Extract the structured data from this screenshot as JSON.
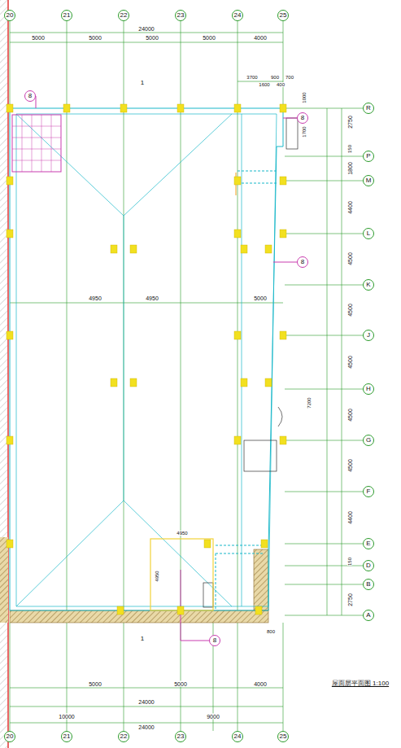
{
  "diagram": {
    "caption": "屋面层平面图 1:100",
    "nodes": [
      {
        "text": [
          "20"
        ]
      },
      {
        "text": [
          "21"
        ]
      },
      {
        "text": [
          "22"
        ]
      },
      {
        "text": [
          "23"
        ]
      },
      {
        "text": [
          "24"
        ]
      },
      {
        "text": [
          "25"
        ]
      },
      {
        "text": [
          "R"
        ]
      },
      {
        "text": [
          "P"
        ]
      },
      {
        "text": [
          "M"
        ]
      },
      {
        "text": [
          "L"
        ]
      },
      {
        "text": [
          "K"
        ]
      },
      {
        "text": [
          "J"
        ]
      },
      {
        "text": [
          "H"
        ]
      },
      {
        "text": [
          "G"
        ]
      },
      {
        "text": [
          "F"
        ]
      },
      {
        "text": [
          "E"
        ]
      },
      {
        "text": [
          "D"
        ]
      },
      {
        "text": [
          "B"
        ]
      },
      {
        "text": [
          "A"
        ]
      },
      {
        "text": [
          "20"
        ]
      },
      {
        "text": [
          "21"
        ]
      },
      {
        "text": [
          "22"
        ]
      },
      {
        "text": [
          "23"
        ]
      },
      {
        "text": [
          "24"
        ]
      },
      {
        "text": [
          "25"
        ]
      },
      {
        "text": [
          "8"
        ]
      },
      {
        "text": [
          "8"
        ]
      },
      {
        "text": [
          "8"
        ]
      },
      {
        "text": [
          "8"
        ]
      }
    ],
    "labels": [
      "24000",
      "5000",
      "5000",
      "5000",
      "5000",
      "4000",
      "3700",
      "900",
      "700",
      "1600",
      "400",
      "1000",
      "1700",
      "1",
      "4950",
      "4950",
      "5000",
      "2750",
      "150",
      "1800",
      "4400",
      "4500",
      "4500",
      "4500",
      "4500",
      "4500",
      "4400",
      "150",
      "2750",
      "7200",
      "4950",
      "4950",
      "800",
      "1",
      "5000",
      "5000",
      "4000",
      "24000",
      "10000",
      "9000",
      "24000"
    ]
  }
}
